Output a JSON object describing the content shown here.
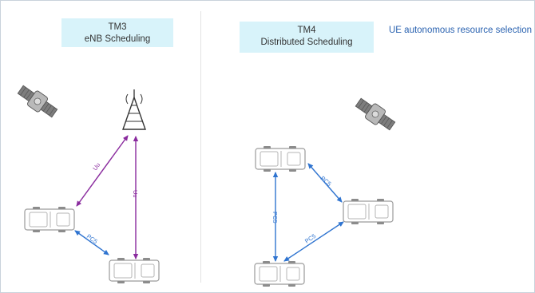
{
  "tm3": {
    "title": "TM3",
    "subtitle": "eNB Scheduling",
    "uu_left": "Uu",
    "uu_right": "Uu",
    "pc5": "PC5"
  },
  "tm4": {
    "title": "TM4",
    "subtitle": "Distributed Scheduling",
    "note": "UE autonomous resource selection",
    "pc5_left": "PC5",
    "pc5_top": "PC5",
    "pc5_bottom": "PC5"
  },
  "colors": {
    "uu_link": "#8a2b9e",
    "pc5_link": "#2f74d0",
    "title_bg": "#d8f3fa",
    "note_text": "#2a62b0"
  }
}
